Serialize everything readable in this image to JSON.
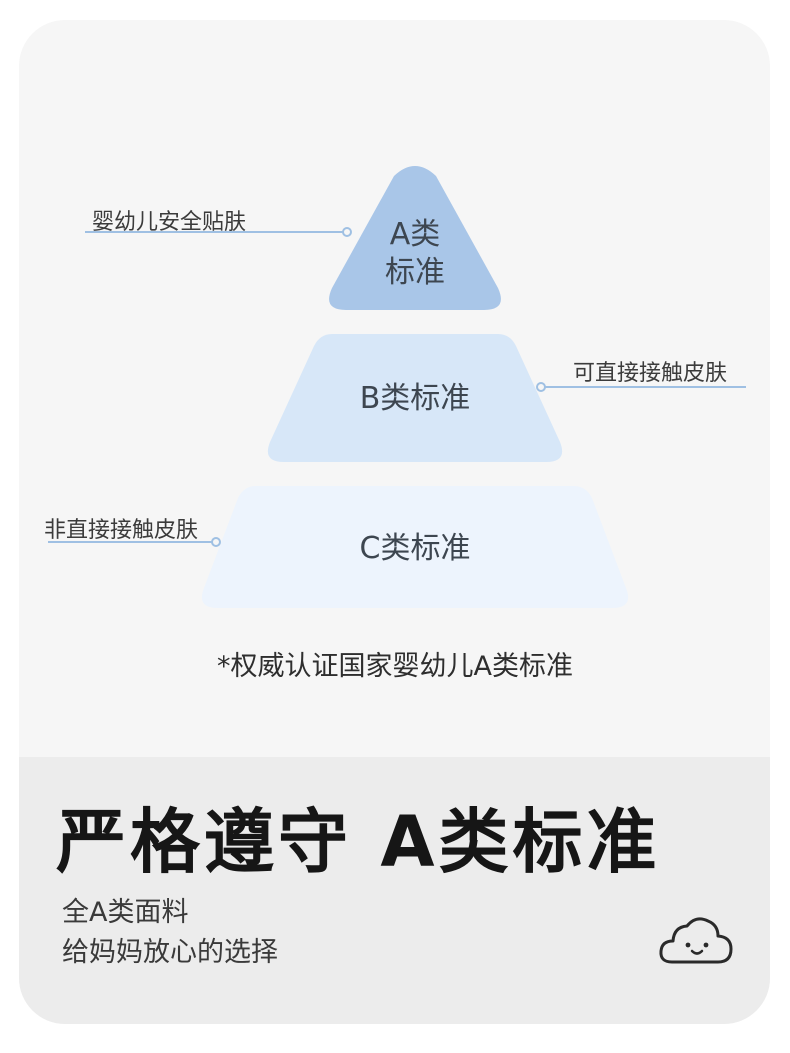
{
  "pyramid": {
    "top": {
      "line1": "A类",
      "line2": "标准",
      "fill": "#a9c6e8"
    },
    "middle": {
      "label": "B类标准",
      "fill": "#d7e7f8"
    },
    "bottom": {
      "label": "C类标准",
      "fill": "#edf4fd"
    }
  },
  "callouts": {
    "top": "婴幼儿安全贴肤",
    "middle": "可直接接触皮肤",
    "bottom": "非直接接触皮肤",
    "line_color": "#9fc0e3"
  },
  "note": "*权威认证国家婴幼儿A类标准",
  "headline": "严格遵守 A类标准",
  "subtitle": {
    "line1": "全A类面料",
    "line2": "给妈妈放心的选择"
  },
  "icons": {
    "mascot": "cloud-face-icon"
  }
}
